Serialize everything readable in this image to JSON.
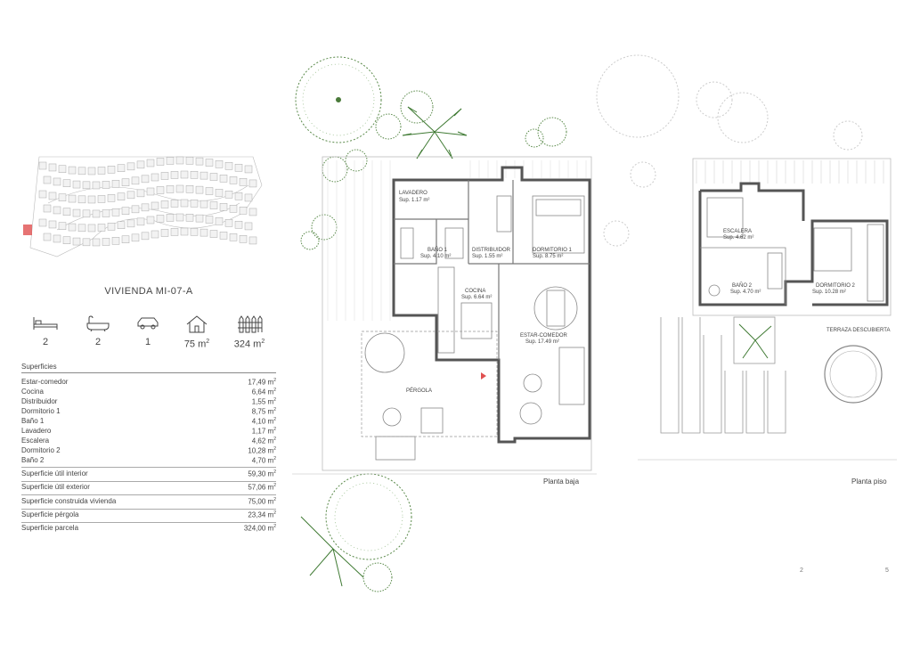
{
  "housing": {
    "title": "VIVIENDA MI-07-A",
    "stats": [
      {
        "icon": "bed-icon",
        "value": "2"
      },
      {
        "icon": "bathtub-icon",
        "value": "2"
      },
      {
        "icon": "car-icon",
        "value": "1"
      },
      {
        "icon": "house-icon",
        "value": "75 m",
        "sup": "2"
      },
      {
        "icon": "fence-icon",
        "value": "324 m",
        "sup": "2"
      }
    ]
  },
  "superficies": {
    "title": "Superficies",
    "rooms": [
      {
        "name": "Estar-comedor",
        "value": "17,49 m",
        "sup": "2"
      },
      {
        "name": "Cocina",
        "value": "6,64 m",
        "sup": "2"
      },
      {
        "name": "Distribuidor",
        "value": "1,55 m",
        "sup": "2"
      },
      {
        "name": "Dormitorio 1",
        "value": "8,75 m",
        "sup": "2"
      },
      {
        "name": "Baño 1",
        "value": "4,10 m",
        "sup": "2"
      },
      {
        "name": "Lavadero",
        "value": "1,17 m",
        "sup": "2"
      },
      {
        "name": "Escalera",
        "value": "4,62 m",
        "sup": "2"
      },
      {
        "name": "Dormitorio 2",
        "value": "10,28 m",
        "sup": "2"
      },
      {
        "name": "Baño 2",
        "value": "4,70 m",
        "sup": "2"
      }
    ],
    "totals": [
      {
        "name": "Superficie útil interior",
        "value": "59,30 m",
        "sup": "2"
      },
      {
        "name": "Superficie útil exterior",
        "value": "57,06 m",
        "sup": "2"
      },
      {
        "name": "Superficie construida vivienda",
        "value": "75,00 m",
        "sup": "2"
      },
      {
        "name": "Superficie pérgola",
        "value": "23,34 m",
        "sup": "2"
      },
      {
        "name": "Superficie parcela",
        "value": "324,00 m",
        "sup": "2"
      }
    ]
  },
  "plan_baja": {
    "label": "Planta baja",
    "rooms": {
      "lavadero": "LAVADERO",
      "lavadero_sup": "Sup. 1.17 m²",
      "bano1": "BAÑO 1",
      "bano1_sup": "Sup. 4.10 m²",
      "distribuidor": "DISTRIBUIDOR",
      "distribuidor_sup": "Sup. 1.55 m²",
      "dormitorio1": "DORMITORIO 1",
      "dormitorio1_sup": "Sup. 8.75 m²",
      "cocina": "COCINA",
      "cocina_sup": "Sup. 6.64 m²",
      "estar": "ESTAR-COMEDOR",
      "estar_sup": "Sup. 17.49 m²",
      "pergola": "PÉRGOLA"
    }
  },
  "plan_piso": {
    "label": "Planta piso",
    "rooms": {
      "escalera": "ESCALERA",
      "escalera_sup": "Sup. 4.62 m²",
      "bano2": "BAÑO 2",
      "bano2_sup": "Sup. 4.70 m²",
      "dormitorio2": "DORMITORIO 2",
      "dormitorio2_sup": "Sup. 10.28 m²",
      "terraza": "TERRAZA DESCUBIERTA"
    }
  },
  "page_numbers": {
    "left": "2",
    "right": "5"
  },
  "colors": {
    "tree_green": "#4a7a3a",
    "highlight_red": "#e05050",
    "line_gray": "#999999"
  }
}
